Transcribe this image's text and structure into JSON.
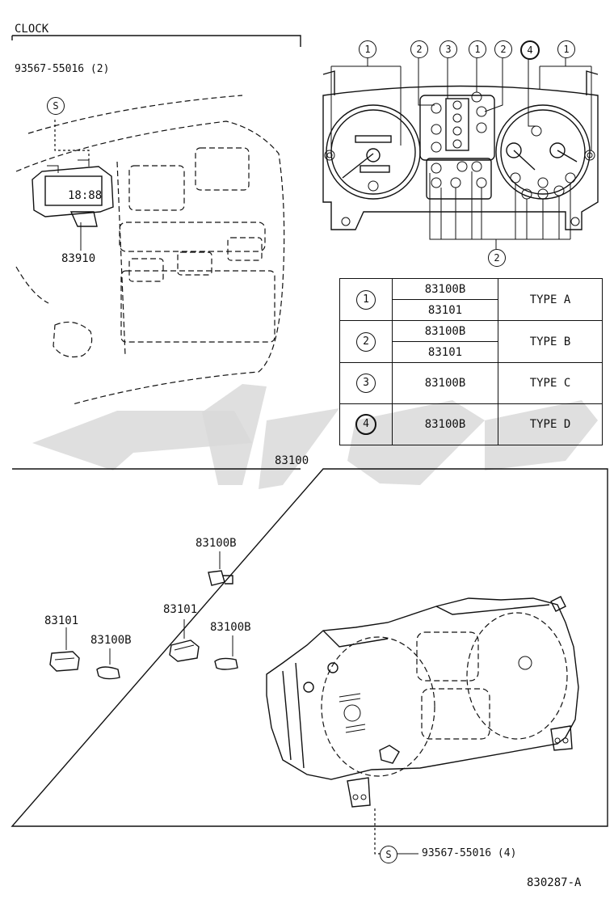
{
  "clock_section": {
    "title": "CLOCK",
    "screw_part": "93567-55016 (2)",
    "clock_part": "83910",
    "screw_symbol": "S"
  },
  "detail_callouts": [
    "1",
    "2",
    "3",
    "1",
    "2",
    "4",
    "1",
    "2"
  ],
  "variant_table": {
    "rows": [
      {
        "circle": "1",
        "parts": [
          "83100B",
          "83101"
        ],
        "type": "TYPE A"
      },
      {
        "circle": "2",
        "parts": [
          "83100B",
          "83101"
        ],
        "type": "TYPE B"
      },
      {
        "circle": "3",
        "parts": [
          "83100B"
        ],
        "type": "TYPE C"
      },
      {
        "circle": "4",
        "parts": [
          "83100B"
        ],
        "type": "TYPE D"
      }
    ]
  },
  "assembly": {
    "part_number": "83100",
    "labels": {
      "bulb_top": "83100B",
      "socket_left": "83101",
      "bulb_left": "83100B",
      "socket_mid": "83101",
      "bulb_mid": "83100B"
    },
    "screw_part": "93567-55016 (4)",
    "screw_symbol": "S"
  },
  "figure_code": "830287-A",
  "colors": {
    "line": "#111111",
    "watermark": "#d9d9d9"
  }
}
